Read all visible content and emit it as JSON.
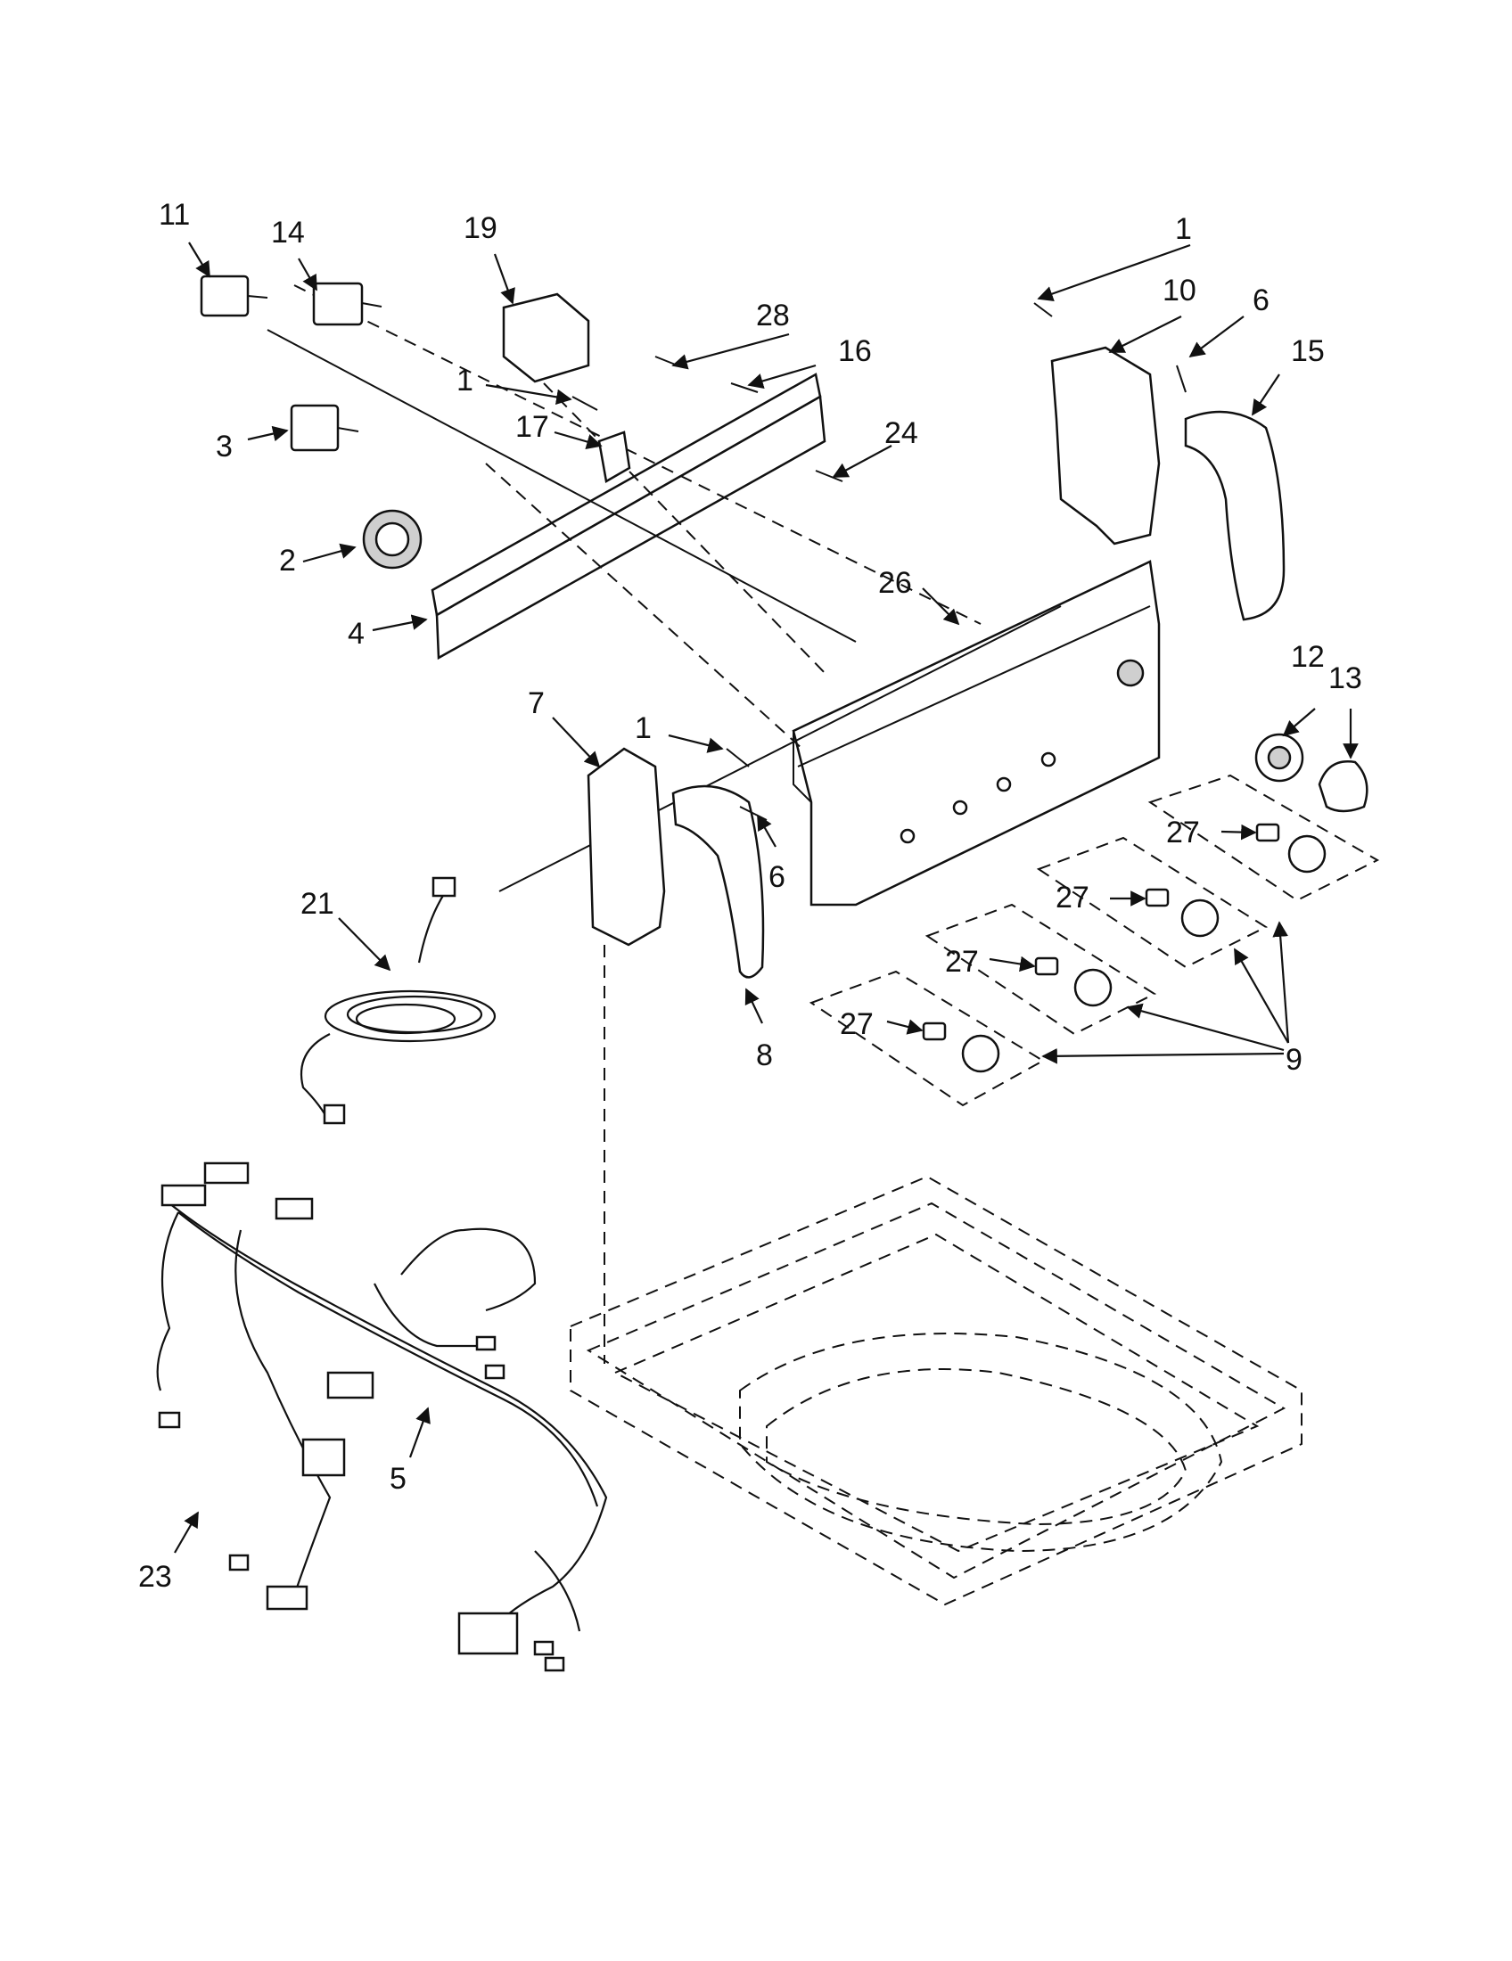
{
  "callouts": {
    "c1a": "1",
    "c1b": "1",
    "c1c": "1",
    "c2": "2",
    "c3": "3",
    "c4": "4",
    "c5": "5",
    "c6a": "6",
    "c6b": "6",
    "c7": "7",
    "c8": "8",
    "c9": "9",
    "c10": "10",
    "c11": "11",
    "c12": "12",
    "c13": "13",
    "c14": "14",
    "c15": "15",
    "c16": "16",
    "c17": "17",
    "c19": "19",
    "c21": "21",
    "c23": "23",
    "c24": "24",
    "c26": "26",
    "c27a": "27",
    "c27b": "27",
    "c27c": "27",
    "c27d": "27",
    "c28": "28"
  }
}
